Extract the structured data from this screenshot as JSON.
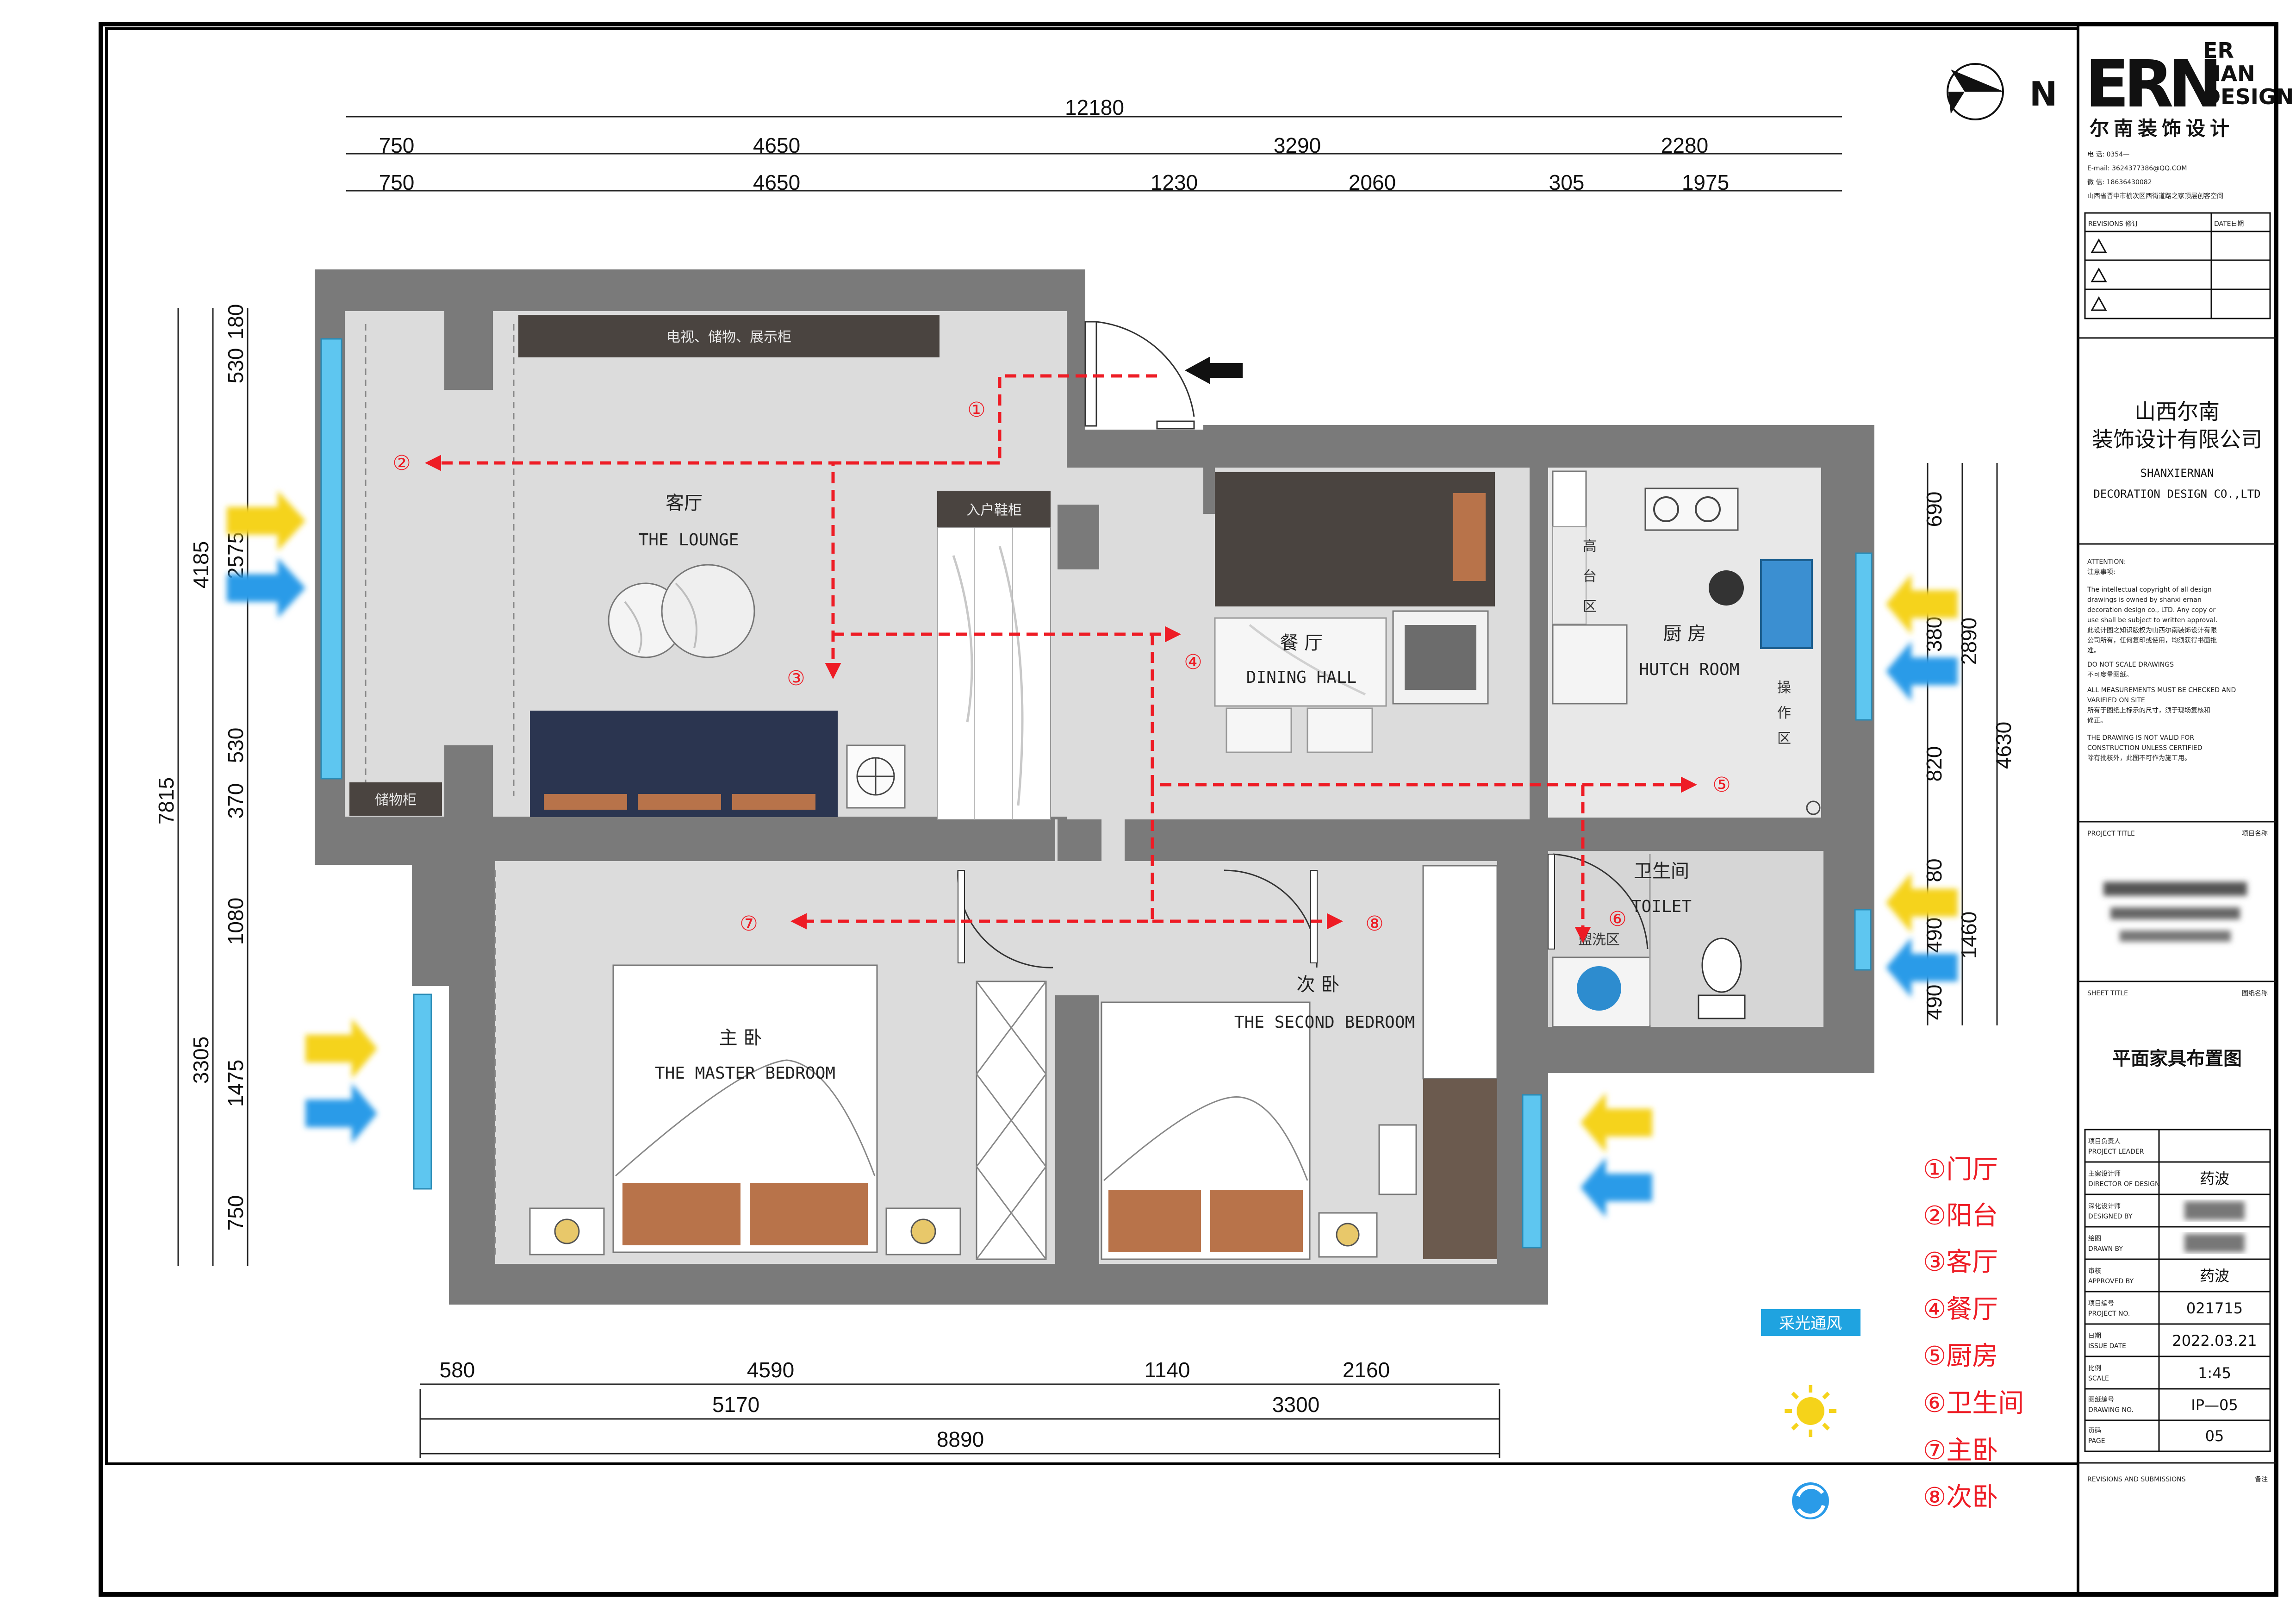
{
  "dimensions": {
    "top_total": "12180",
    "top_row1": [
      "750",
      "4650",
      "3290",
      "2280"
    ],
    "top_row2": [
      "750",
      "4650",
      "1230",
      "2060",
      "305",
      "1975"
    ],
    "left_total": "7815",
    "left_mid": [
      "4185",
      "3305"
    ],
    "left_fine": [
      "530",
      "180",
      "2575",
      "530",
      "370",
      "1080",
      "1475",
      "750"
    ],
    "right_total": "4630",
    "right_mid": [
      "2890",
      "1460"
    ],
    "right_fine": [
      "690",
      "380",
      "820",
      "80",
      "490",
      "490"
    ],
    "bottom_row1": [
      "580",
      "4590",
      "1140",
      "2160"
    ],
    "bottom_row2": [
      "5170",
      "3300"
    ],
    "bottom_total": "8890"
  },
  "compass": {
    "north": "N"
  },
  "rooms": {
    "lounge": {
      "cn": "客厅",
      "en": "THE LOUNGE"
    },
    "dining": {
      "cn": "餐 厅",
      "en": "DINING HALL"
    },
    "kitchen": {
      "cn": "厨 房",
      "en": "HUTCH ROOM"
    },
    "toilet": {
      "cn": "卫生间",
      "en": "TOILET"
    },
    "master": {
      "cn": "主 卧",
      "en": "THE MASTER BEDROOM"
    },
    "second": {
      "cn": "次 卧",
      "en": "THE SECOND BEDROOM"
    }
  },
  "labels": {
    "tv_cabinet": "电视、储物、展示柜",
    "shoe_cabinet": "入户鞋柜",
    "storage_cabinet": "储物柜",
    "high_counter": [
      "高",
      "台",
      "区"
    ],
    "operation_area": [
      "操",
      "作",
      "区"
    ],
    "wash_area": "盥洗区"
  },
  "flow_markers": [
    "①",
    "②",
    "③",
    "④",
    "⑤",
    "⑥",
    "⑦",
    "⑧"
  ],
  "legend": {
    "items": [
      "①门厅",
      "②阳台",
      "③客厅",
      "④餐厅",
      "⑤厨房",
      "⑥卫生间",
      "⑦主卧",
      "⑧次卧"
    ],
    "lighting_badge": "采光通风"
  },
  "title_block": {
    "logo_mark": "ERN",
    "logo_words": [
      "ER",
      "NAN",
      "DESIGN"
    ],
    "logo_cn": "尔南装饰设计",
    "contact": [
      "电 话: 0354—",
      "E-mail: 3624377386@QQ.COM",
      "微 信: 18636430082",
      "山西省晋中市榆次区西街道路之家顶层创客空间"
    ],
    "revisions_header": "REVISIONS 修订",
    "date_header": "DATE日期",
    "company_cn": [
      "山西尔南",
      "装饰设计有限公司"
    ],
    "company_en": [
      "SHANXIERNAN",
      "DECORATION DESIGN CO.,LTD"
    ],
    "attention": [
      "ATTENTION:",
      "注意事项:",
      "The intellectual copyright of all design",
      "drawings is owned by shanxi ernan",
      "decoration design co., LTD. Any copy or",
      "use shall be subject to written approval.",
      "此设计图之知识版权为山西尔南装饰设计有限",
      "公司所有，任何复印或使用，均须获得书面批",
      "准。",
      "DO NOT SCALE DRAWINGS",
      "不可度量图纸。",
      "ALL MEASUREMENTS MUST BE CHECKED AND",
      "VARIFIED ON SITE",
      "所有于图纸上标示的尺寸，须于现场复核和",
      "修正。",
      "THE DRAWING IS NOT VALID FOR",
      "CONSTRUCTION UNLESS CERTIFIED",
      "除有批核外，此图不可作为施工用。"
    ],
    "project_title_en": "PROJECT TITLE",
    "project_title_cn": "项目名称",
    "sheet_title_en": "SHEET TITLE",
    "sheet_title_cn": "图纸名称",
    "sheet_title_value": "平面家具布置图",
    "rows": [
      {
        "cn": "项目负责人",
        "en": "PROJECT LEADER",
        "value": ""
      },
      {
        "cn": "主案设计师",
        "en": "DIRECTOR OF DESIGN",
        "value": "药波"
      },
      {
        "cn": "深化设计师",
        "en": "DESIGNED BY",
        "value": ""
      },
      {
        "cn": "绘图",
        "en": "DRAWN BY",
        "value": ""
      },
      {
        "cn": "审核",
        "en": "APPROVED BY",
        "value": "药波"
      },
      {
        "cn": "项目编号",
        "en": "PROJECT NO.",
        "value": "021715"
      },
      {
        "cn": "日期",
        "en": "ISSUE DATE",
        "value": "2022.03.21"
      },
      {
        "cn": "比例",
        "en": "SCALE",
        "value": "1:45"
      },
      {
        "cn": "图纸编号",
        "en": "DRAWING NO.",
        "value": "IP—05"
      },
      {
        "cn": "页码",
        "en": "PAGE",
        "value": "05"
      }
    ],
    "footer_en": "REVISIONS AND SUBMISSIONS",
    "footer_cn": "备注"
  },
  "colors": {
    "wall": "#7a7a7a",
    "floor": "#dcdcdc",
    "flow": "#ee1c25",
    "window": "#5ec6f0",
    "sofa": "#2b3550",
    "leather": "#b8734a",
    "wood_dark": "#4a4440",
    "badge": "#1fa3e0",
    "arrow_yellow": "#f5d31a",
    "arrow_blue": "#2a9be8"
  }
}
